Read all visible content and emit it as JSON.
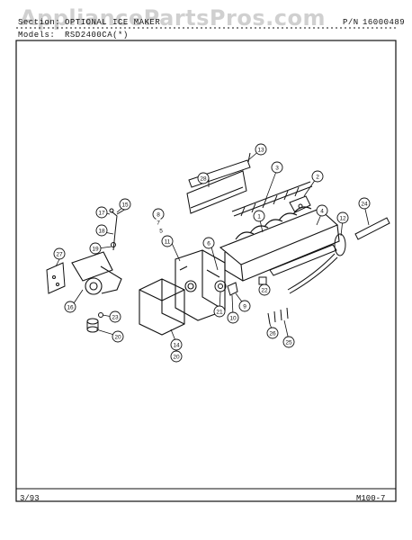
{
  "watermark": "AppliancePartsPros.com",
  "header": {
    "section_label": "Section:",
    "section_value": "OPTIONAL ICE MAKER",
    "pn_label": "P/N",
    "pn_value": "16000489",
    "models_label": "Models:",
    "models_value": "RSD2400CA(*)"
  },
  "footer": {
    "date": "3/93",
    "page_code": "M100-7"
  },
  "callouts": {
    "c1": "1",
    "c2": "2",
    "c3": "3",
    "c4": "4",
    "c5": "5",
    "c6": "6",
    "c7": "7",
    "c8": "8",
    "c9": "9",
    "c10": "10",
    "c11": "11",
    "c12": "12",
    "c13": "13",
    "c14": "14",
    "c15": "15",
    "c16": "16",
    "c17": "17",
    "c18": "18",
    "c19": "19",
    "c20": "20",
    "c20b": "20",
    "c21": "21",
    "c22": "22",
    "c23": "23",
    "c24": "24",
    "c25": "25",
    "c26": "26",
    "c27": "27",
    "c28": "28"
  },
  "colors": {
    "ink": "#111111",
    "paper": "#ffffff",
    "watermark": "#aaaaaa"
  }
}
